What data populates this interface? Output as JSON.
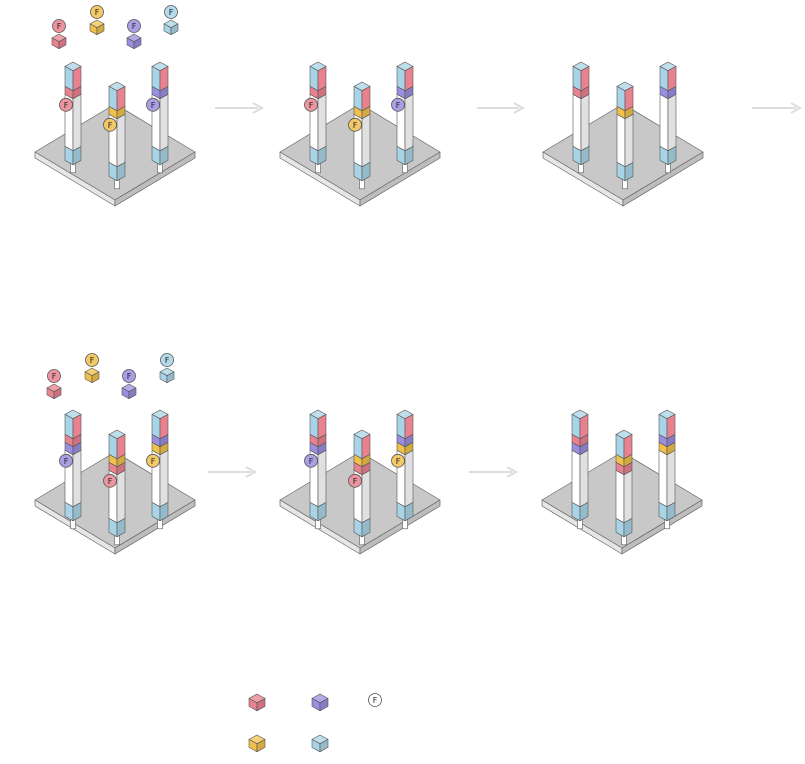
{
  "colors": {
    "pink": "#e9828f",
    "purple": "#9a8ee0",
    "yellow": "#f0c04b",
    "blue": "#a9d3e6",
    "platform": "#c8c8c8",
    "arrow": "#dddddd",
    "flag_border": "#555555"
  },
  "flag_letter": "F",
  "row1": {
    "loose_cubes": [
      "pink",
      "yellow",
      "purple",
      "blue"
    ],
    "stages": [
      {
        "pillars": [
          {
            "tips": [
              "pink"
            ],
            "flag": "pink"
          },
          {
            "tips": [
              "yellow"
            ],
            "flag": "yellow"
          },
          {
            "tips": [
              "purple"
            ],
            "flag": "purple"
          }
        ]
      },
      {
        "pillars": [
          {
            "tips": [
              "pink"
            ],
            "flag": "pink"
          },
          {
            "tips": [
              "yellow"
            ],
            "flag": "yellow"
          },
          {
            "tips": [
              "purple"
            ],
            "flag": "purple"
          }
        ]
      },
      {
        "pillars": [
          {
            "tips": [
              "pink"
            ],
            "flag": null
          },
          {
            "tips": [
              "yellow"
            ],
            "flag": null
          },
          {
            "tips": [
              "purple"
            ],
            "flag": null
          }
        ]
      }
    ]
  },
  "row2": {
    "loose_cubes": [
      "pink",
      "yellow",
      "purple",
      "blue"
    ],
    "stages": [
      {
        "pillars": [
          {
            "tips": [
              "pink",
              "purple"
            ],
            "flag": "purple"
          },
          {
            "tips": [
              "yellow",
              "pink"
            ],
            "flag": "pink"
          },
          {
            "tips": [
              "purple",
              "yellow"
            ],
            "flag": "yellow"
          }
        ]
      },
      {
        "pillars": [
          {
            "tips": [
              "pink",
              "purple"
            ],
            "flag": "purple"
          },
          {
            "tips": [
              "yellow",
              "pink"
            ],
            "flag": "pink"
          },
          {
            "tips": [
              "purple",
              "yellow"
            ],
            "flag": "yellow"
          }
        ]
      },
      {
        "pillars": [
          {
            "tips": [
              "pink",
              "purple"
            ],
            "flag": null
          },
          {
            "tips": [
              "yellow",
              "pink"
            ],
            "flag": null
          },
          {
            "tips": [
              "purple",
              "yellow"
            ],
            "flag": null
          }
        ]
      }
    ]
  },
  "legend": {
    "cubes": [
      "pink",
      "purple",
      "yellow",
      "blue"
    ],
    "flag_symbol": "F"
  }
}
